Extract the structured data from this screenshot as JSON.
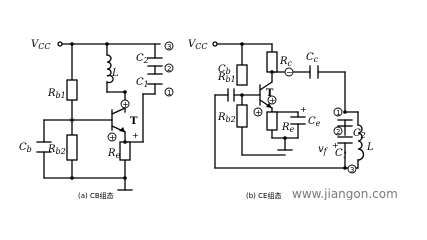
{
  "circuit_a": {
    "vcc": "V",
    "vcc_sub": "CC",
    "rb1": "R",
    "rb1_sub": "b1",
    "rb2": "R",
    "rb2_sub": "b2",
    "re": "R",
    "re_sub": "e",
    "cb": "C",
    "cb_sub": "b",
    "l": "L",
    "c1": "C",
    "c1_sub": "1",
    "c2": "C",
    "c2_sub": "2",
    "t": "T",
    "plus": "+",
    "node1": "1",
    "node2": "2",
    "node3": "3",
    "caption": "(a) CB组态"
  },
  "circuit_b": {
    "vcc": "V",
    "vcc_sub": "CC",
    "rc": "R",
    "rc_sub": "c",
    "rb1": "R",
    "rb1_sub": "b1",
    "rb2": "R",
    "rb2_sub": "b2",
    "re": "R",
    "re_sub": "e",
    "ce": "C",
    "ce_sub": "e",
    "cb": "C",
    "cb_sub": "b",
    "cc": "C",
    "cc_sub": "c",
    "c1": "C",
    "c1_sub": "1",
    "c2": "C",
    "c2_sub": "2",
    "vf": "v",
    "vf_sub": "f",
    "l": "L",
    "t": "T",
    "plus": "+",
    "minus": "−",
    "node1": "1",
    "node2": "2",
    "node3": "3",
    "caption": "(b) CE组态"
  },
  "watermark": "www.jiangon.com"
}
